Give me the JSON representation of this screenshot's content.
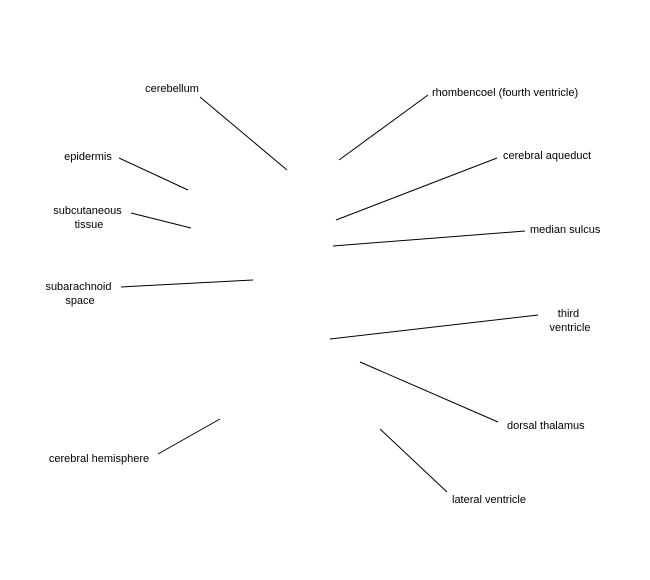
{
  "labels": {
    "cerebellum": "cerebellum",
    "epidermis": "epidermis",
    "subcutaneous_tissue": [
      "subcutaneous",
      "tissue"
    ],
    "subarachnoid_space": [
      "subarachnoid",
      "space"
    ],
    "cerebral_hemisphere": "cerebral hemisphere",
    "rhombencoel": "rhombencoel (fourth ventricle)",
    "cerebral_aqueduct": "cerebral aqueduct",
    "median_sulcus": "median sulcus",
    "third_ventricle": [
      "third",
      "ventricle"
    ],
    "dorsal_thalamus": "dorsal thalamus",
    "lateral_ventricle": "lateral ventricle"
  }
}
